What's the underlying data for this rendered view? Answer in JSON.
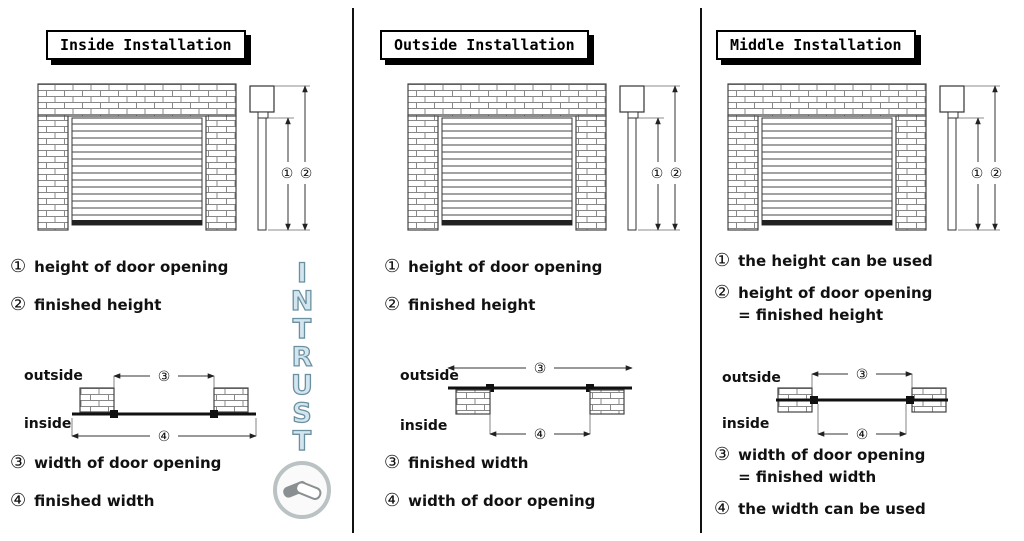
{
  "panels": [
    {
      "title": "Inside Installation",
      "front": {
        "dim1": "①",
        "dim2": "②"
      },
      "legend_top": [
        {
          "num": "①",
          "text": "height of door opening"
        },
        {
          "num": "②",
          "text": "finished height"
        }
      ],
      "plan": {
        "outside_label": "outside",
        "inside_label": "inside",
        "dim3": "③",
        "dim4": "④"
      },
      "legend_bottom": [
        {
          "num": "③",
          "text": "width of door opening"
        },
        {
          "num": "④",
          "text": "finished width"
        }
      ]
    },
    {
      "title": "Outside Installation",
      "front": {
        "dim1": "①",
        "dim2": "②"
      },
      "legend_top": [
        {
          "num": "①",
          "text": "height of door opening"
        },
        {
          "num": "②",
          "text": "finished height"
        }
      ],
      "plan": {
        "outside_label": "outside",
        "inside_label": "inside",
        "dim3": "③",
        "dim4": "④"
      },
      "legend_bottom": [
        {
          "num": "③",
          "text": "finished width"
        },
        {
          "num": "④",
          "text": "width of door opening"
        }
      ]
    },
    {
      "title": "Middle Installation",
      "front": {
        "dim1": "①",
        "dim2": "②"
      },
      "legend_top": [
        {
          "num": "①",
          "text": "the height can be used"
        },
        {
          "num": "②",
          "text": "height of door opening\n= finished height"
        }
      ],
      "plan": {
        "outside_label": "outside",
        "inside_label": "inside",
        "dim3": "③",
        "dim4": "④"
      },
      "legend_bottom": [
        {
          "num": "③",
          "text": "width of door opening\n= finished width"
        },
        {
          "num": "④",
          "text": "the width can be used"
        }
      ]
    }
  ],
  "watermark": {
    "text": "INTRUST",
    "letters": [
      "I",
      "N",
      "T",
      "R",
      "U",
      "S",
      "T"
    ]
  }
}
